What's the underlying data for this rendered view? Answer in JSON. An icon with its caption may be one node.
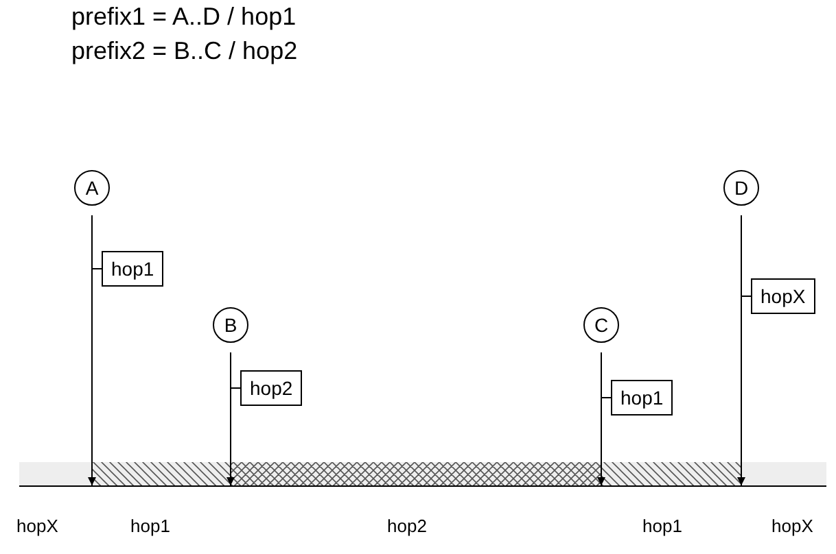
{
  "diagram": {
    "nodes": [
      {
        "text": [
          "A"
        ]
      },
      {
        "text": [
          "B"
        ]
      },
      {
        "text": [
          "C"
        ]
      },
      {
        "text": [
          "D"
        ]
      },
      {
        "text": [],
        "shape": "bar"
      }
    ],
    "edges": [
      {
        "from": 0,
        "to": 4,
        "arrow": "to",
        "label": "hop1"
      },
      {
        "from": 1,
        "to": 4,
        "arrow": "to",
        "label": "hop2"
      },
      {
        "from": 2,
        "to": 4,
        "arrow": "to",
        "label": "hop1"
      },
      {
        "from": 3,
        "to": 4,
        "arrow": "to",
        "label": "hopX"
      }
    ],
    "labels": [
      "prefix1 = A..D / hop1",
      "prefix2 = B..C / hop2",
      "hopX",
      "hop1",
      "hop2",
      "hop1",
      "hopX"
    ]
  }
}
